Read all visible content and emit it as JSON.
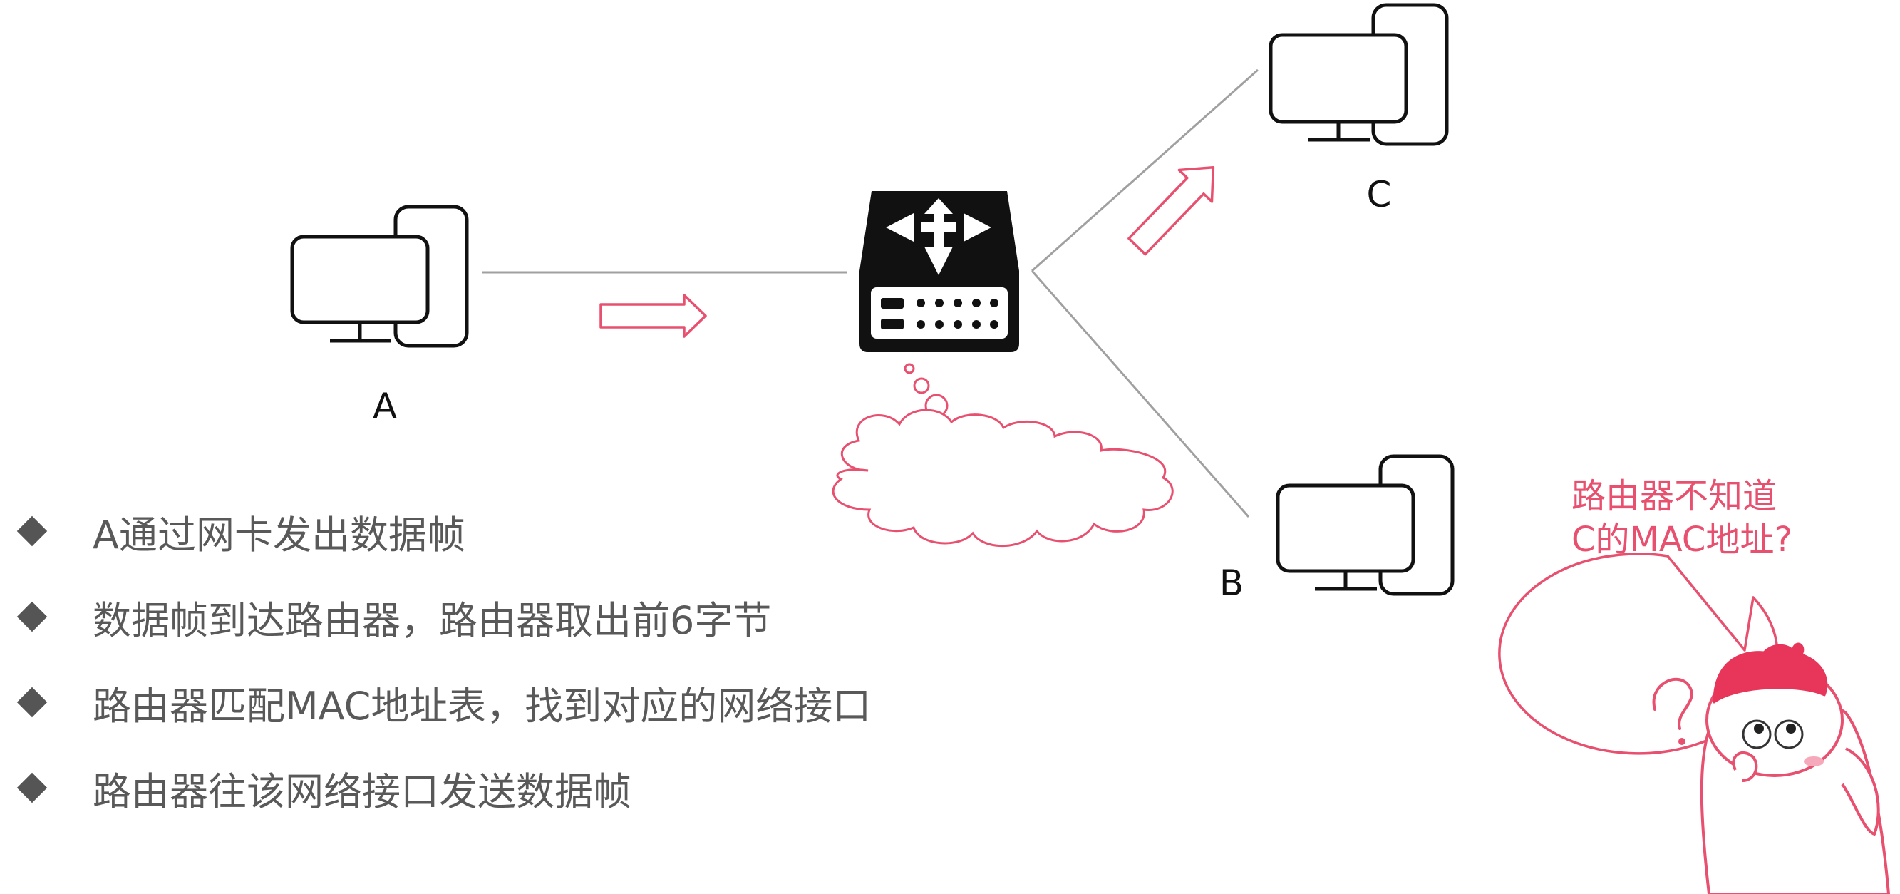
{
  "colors": {
    "accent": "#e8506f",
    "line": "#a0a0a0",
    "text": "#595959",
    "icon": "#111111"
  },
  "nodes": {
    "a_label": "A",
    "b_label": "B",
    "c_label": "C"
  },
  "bullets": [
    "A通过网卡发出数据帧",
    "数据帧到达路由器，路由器取出前6字节",
    "路由器匹配MAC地址表，找到对应的网络接口",
    "路由器往该网络接口发送数据帧"
  ],
  "speech_bubble": {
    "line1": "路由器不知道",
    "line2": "C的MAC地址?"
  },
  "icons": {
    "router": "router-icon",
    "computer": "computer-icon",
    "thought_cloud": "thought-cloud-icon",
    "mascot": "confused-mascot-icon",
    "question": "question-mark-icon"
  }
}
